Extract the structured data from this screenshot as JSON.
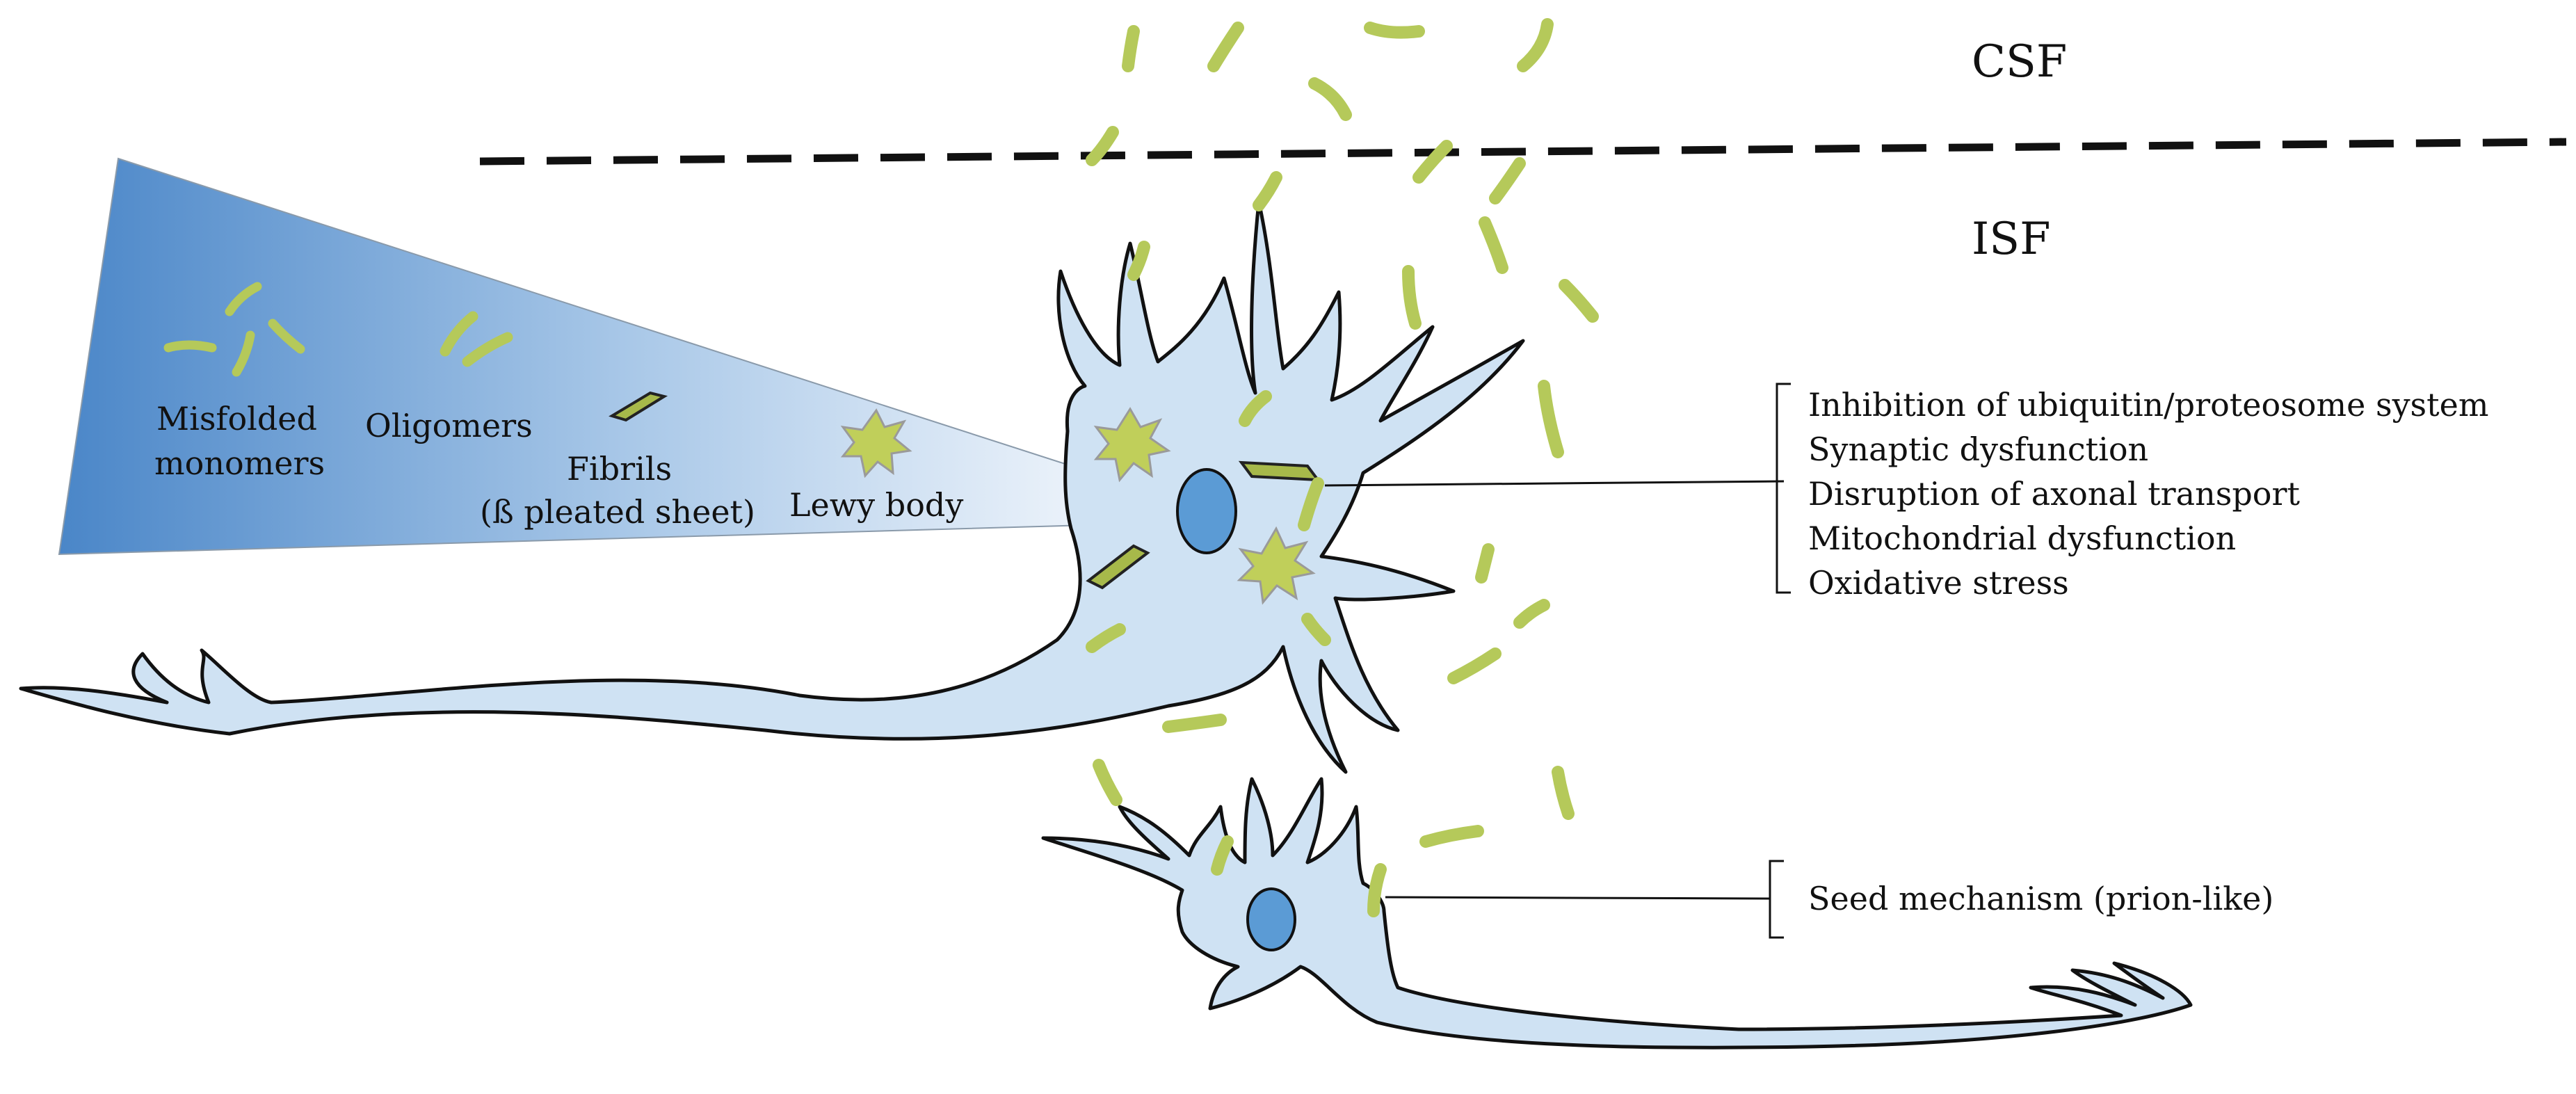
{
  "regions": {
    "csf": "CSF",
    "isf": "ISF"
  },
  "aggregation_stages": {
    "misfolded_line1": "Misfolded",
    "misfolded_line2": "monomers",
    "oligomers": "Oligomers",
    "fibrils_line1": "Fibrils",
    "fibrils_line2": "(ß pleated sheet)",
    "lewy_body": "Lewy body"
  },
  "effects": [
    "Inhibition of ubiquitin/proteosome system",
    "Synaptic dysfunction",
    "Disruption of axonal transport",
    "Mitochondrial dysfunction",
    "Oxidative stress"
  ],
  "seed_label": "Seed mechanism (prion-like)",
  "colors": {
    "neuron_fill": "#cfe2f3",
    "nucleus": "#5b9bd5",
    "aggregate": "#b5c95a",
    "fibril_fill": "#a7b94a",
    "wedge_dark": "#4a86c8",
    "wedge_light": "#e6f0fa"
  }
}
